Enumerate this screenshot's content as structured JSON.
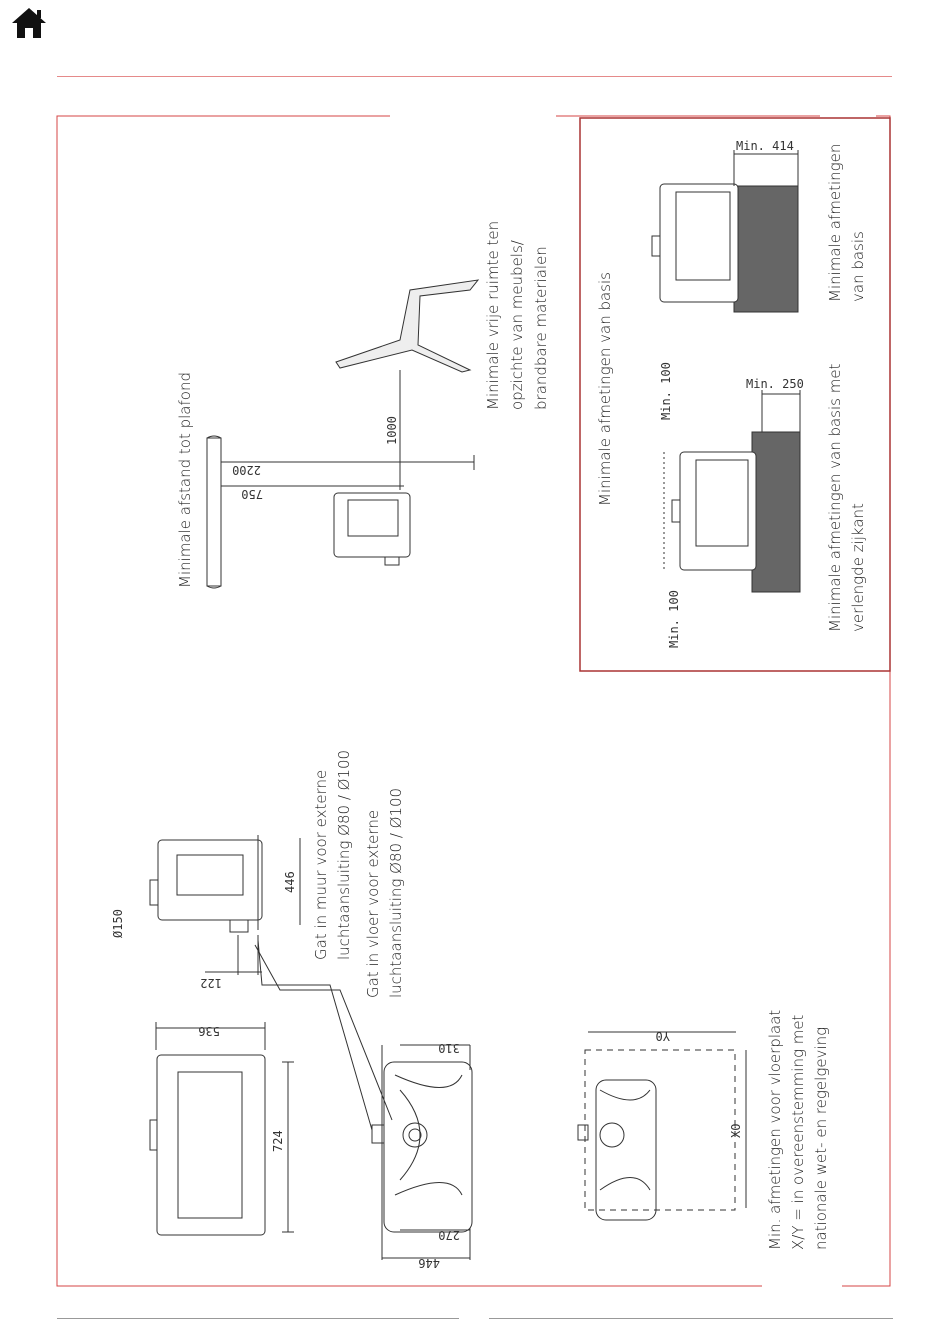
{
  "nav": {
    "home_icon": "home-icon"
  },
  "colors": {
    "frame": "#d64545",
    "rule": "#e58a8a",
    "base_fill": "#666666",
    "line": "#333333"
  },
  "labels": {
    "ceiling": "Minimale afstand tot plafond",
    "clearance": [
      "Minimale vrije ruimte ten",
      "opzichte van meubels/",
      "brandbare materialen"
    ],
    "wall_hole": [
      "Gat in muur voor externe",
      "luchtaansluiting Ø80 / Ø100"
    ],
    "floor_hole": [
      "Gat in vloer voor externe",
      "luchtaansluiting Ø80 / Ø100"
    ],
    "floor_plate": [
      "Min. afmetingen voor vloerplaat",
      "X/Y = in overeenstemming met",
      "nationale wet- en regelgeving"
    ],
    "base_min": "Minimale afmetingen van basis",
    "base_ext": [
      "Minimale afmetingen van basis met",
      "verlengde zijkant"
    ],
    "base_only": [
      "Minimale afmetingen",
      "van basis"
    ]
  },
  "dimensions": {
    "d536": "536",
    "d724": "724",
    "d446a": "446",
    "d270": "270",
    "d310": "310",
    "d150": "Ø150",
    "d122": "122",
    "d446b": "446",
    "d2200": "2200",
    "d750": "750",
    "d1000": "1000",
    "dX0": "X0",
    "dY0": "Y0",
    "min100a": "Min. 100",
    "min100b": "Min. 100",
    "min250": "Min. 250",
    "min414": "Min. 414"
  }
}
